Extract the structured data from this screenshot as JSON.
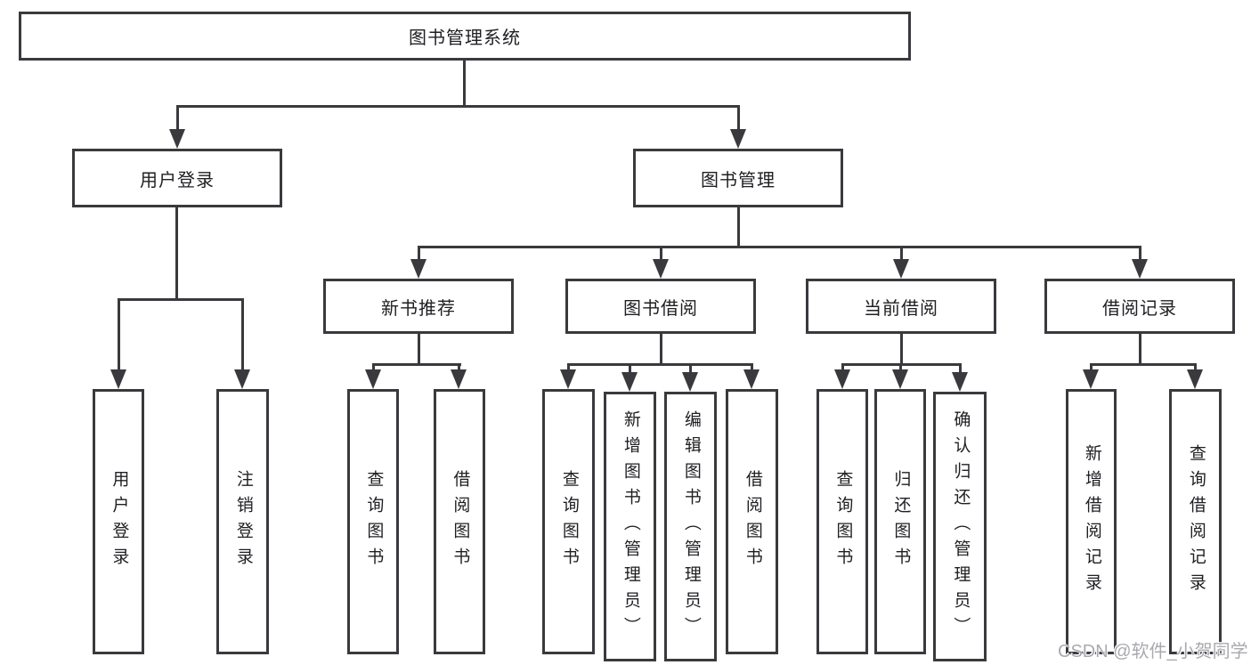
{
  "diagram": {
    "root_label": "图书管理系统",
    "branches": [
      {
        "label": "用户登录",
        "leaves": [
          "用户登录",
          "注销登录"
        ]
      },
      {
        "label": "图书管理",
        "sections": [
          {
            "label": "新书推荐",
            "leaves": [
              "查询图书",
              "借阅图书"
            ]
          },
          {
            "label": "图书借阅",
            "leaves": [
              "查询图书",
              "新增图书（管理员）",
              "编辑图书（管理员）",
              "借阅图书"
            ]
          },
          {
            "label": "当前借阅",
            "leaves": [
              "查询图书",
              "归还图书",
              "确认归还（管理员）"
            ]
          },
          {
            "label": "借阅记录",
            "leaves": [
              "新增借阅记录",
              "查询借阅记录"
            ]
          }
        ]
      }
    ]
  },
  "watermark": {
    "text": "CSDN @软件_小贺同学"
  },
  "colors": {
    "line": "#3a3a3e",
    "text": "#1f1f23",
    "watermark": "#a9a9b0",
    "background": "#ffffff"
  }
}
